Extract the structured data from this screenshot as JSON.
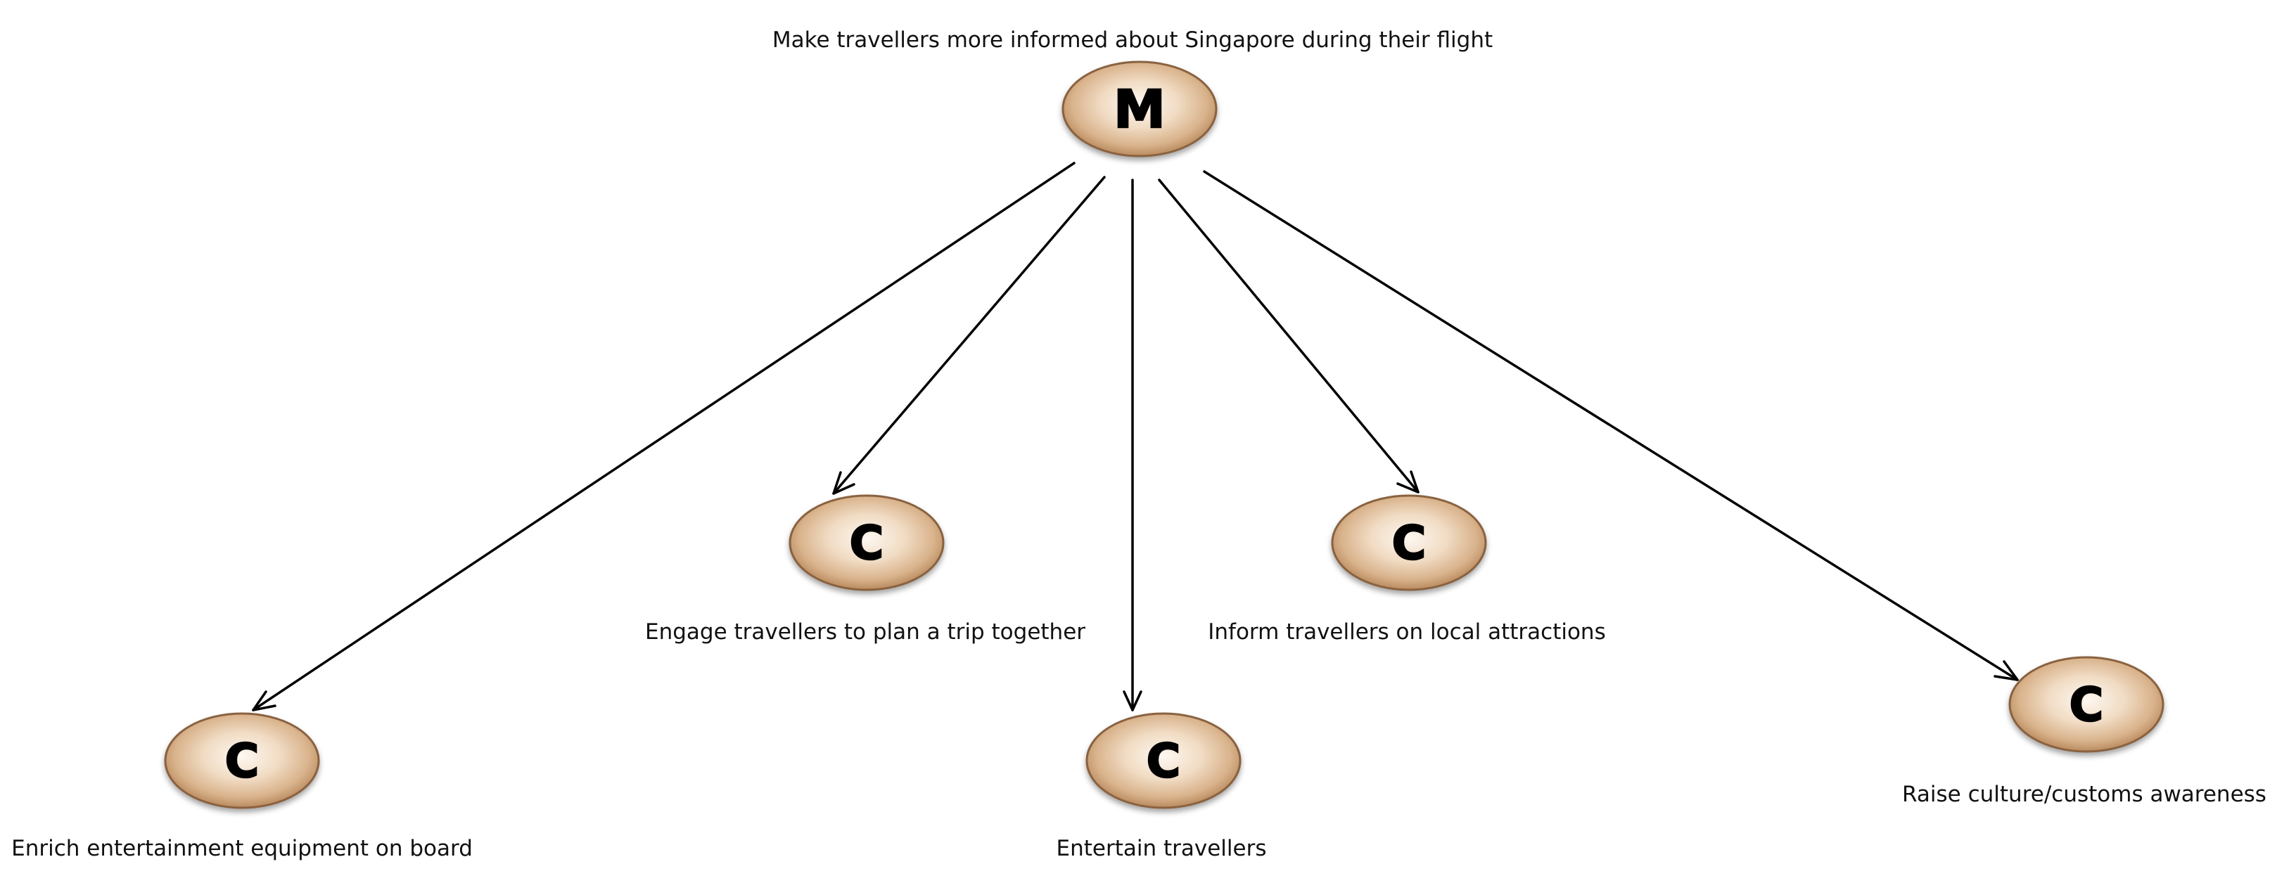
{
  "diagram": {
    "root": {
      "letter": "M",
      "label": "Make travellers more informed about Singapore during their flight"
    },
    "children": [
      {
        "letter": "C",
        "label": "Enrich entertainment equipment on board"
      },
      {
        "letter": "C",
        "label": "Engage travellers to plan a trip together"
      },
      {
        "letter": "C",
        "label": "Entertain travellers"
      },
      {
        "letter": "C",
        "label": "Inform travellers on local attractions"
      },
      {
        "letter": "C",
        "label": "Raise culture/customs awareness"
      }
    ],
    "colors": {
      "node_fill_light": "#fbf3ea",
      "node_fill_mid": "#e0bc96",
      "node_fill_dark": "#b98a5e",
      "node_stroke": "#8a6240",
      "edge": "#000000"
    }
  }
}
